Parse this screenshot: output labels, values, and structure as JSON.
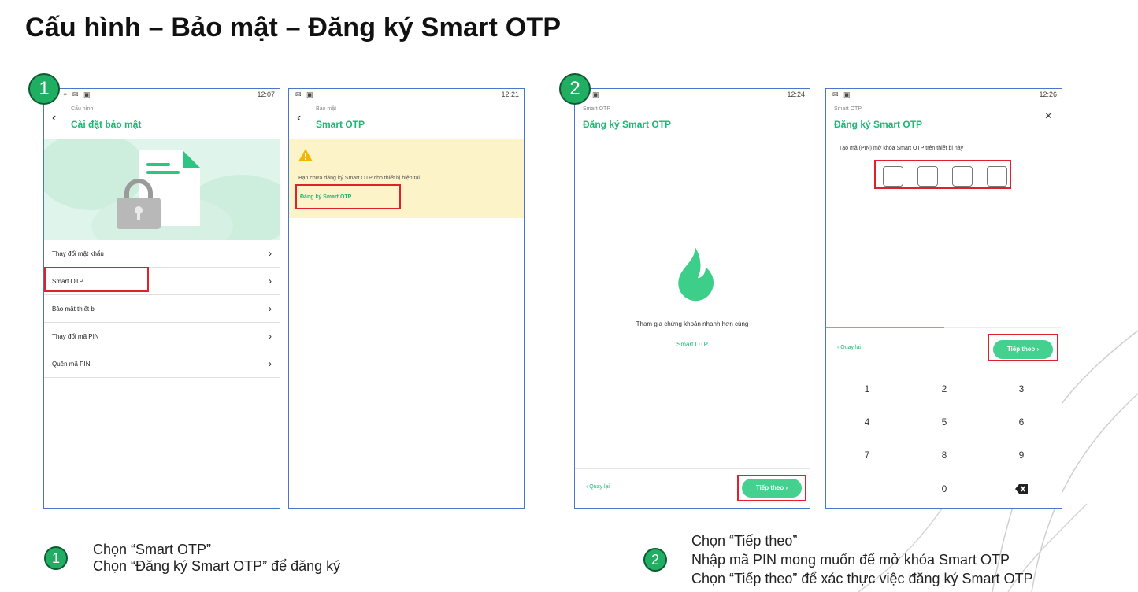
{
  "page_title": "Cấu hình – Bảo mật – Đăng ký Smart OTP",
  "steps": {
    "one": "1",
    "two": "2"
  },
  "screen1": {
    "status_time": "12:07",
    "header_sub": "Cấu hình",
    "header_title": "Cài đặt bảo mật",
    "menu": [
      "Thay đổi mật khẩu",
      "Smart OTP",
      "Bảo mật thiết bị",
      "Thay đổi mã PIN",
      "Quên mã PIN"
    ]
  },
  "screen2": {
    "status_time": "12:21",
    "header_sub": "Bảo mật",
    "header_title": "Smart OTP",
    "warning_text": "Bạn chưa đăng ký Smart OTP cho thiết bị hiện tại",
    "register_link": "Đăng ký Smart OTP"
  },
  "screen3": {
    "status_time": "12:24",
    "header_sub": "Smart OTP",
    "header_title": "Đăng ký Smart OTP",
    "tagline": "Tham gia chứng khoán nhanh hơn cùng",
    "tagline_green": "Smart OTP",
    "back_label": "‹ Quay lại",
    "next_label": "Tiếp theo ›"
  },
  "screen4": {
    "status_time": "12:26",
    "header_sub": "Smart OTP",
    "header_title": "Đăng ký Smart OTP",
    "close_icon": "×",
    "pin_prompt": "Tạo mã (PIN) mở khóa Smart OTP trên thiết bị này",
    "back_label": "‹ Quay lại",
    "next_label": "Tiếp theo ›",
    "keys": [
      "1",
      "2",
      "3",
      "4",
      "5",
      "6",
      "7",
      "8",
      "9",
      "0"
    ],
    "progress": 0.5
  },
  "captions": {
    "one": [
      "Chọn “Smart OTP”",
      "Chọn “Đăng ký Smart OTP” để đăng ký"
    ],
    "two": [
      "Chọn “Tiếp theo”",
      "Nhập mã PIN mong muốn để mở khóa Smart OTP",
      "Chọn “Tiếp theo” để xác thực việc đăng ký Smart OTP"
    ]
  },
  "colors": {
    "brand_green": "#1fb775",
    "button_green": "#44d08e",
    "highlight_red": "#e0202a",
    "frame_blue": "#4a78c8"
  }
}
